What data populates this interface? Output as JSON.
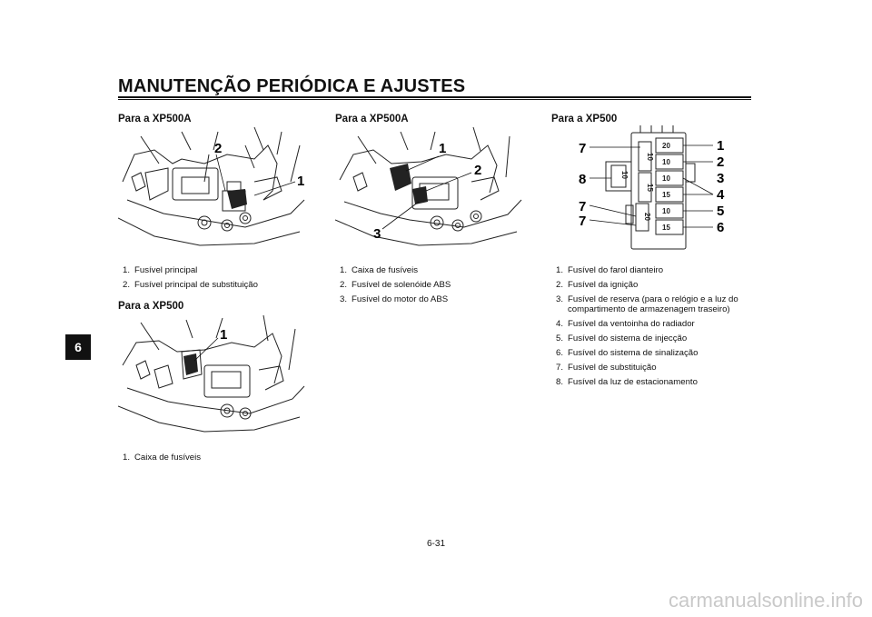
{
  "page": {
    "title": "MANUTENÇÃO PERIÓDICA E AJUSTES",
    "chapter_tab": "6",
    "page_number": "6-31",
    "watermark": "carmanualsonline.info"
  },
  "sections": [
    {
      "heading": "Para a XP500A",
      "callouts": [
        "2",
        "1"
      ],
      "items": [
        {
          "n": "1.",
          "text": "Fusível principal"
        },
        {
          "n": "2.",
          "text": "Fusível principal de substituição"
        }
      ]
    },
    {
      "heading": "Para a XP500",
      "callouts": [
        "1"
      ],
      "items": [
        {
          "n": "1.",
          "text": "Caixa de fusíveis"
        }
      ]
    },
    {
      "heading": "Para a XP500A",
      "callouts": [
        "1",
        "2",
        "3"
      ],
      "items": [
        {
          "n": "1.",
          "text": "Caixa de fusíveis"
        },
        {
          "n": "2.",
          "text": "Fusível de solenóide ABS"
        },
        {
          "n": "3.",
          "text": "Fusível do motor do ABS"
        }
      ]
    },
    {
      "heading": "Para a XP500",
      "callouts_left": [
        "7",
        "8",
        "7",
        "7"
      ],
      "callouts_right": [
        "1",
        "2",
        "3",
        "4",
        "5",
        "6"
      ],
      "fuse_ratings_right": [
        "20",
        "10",
        "10",
        "15",
        "10",
        "15"
      ],
      "fuse_ratings_left": [
        "10",
        "15",
        "20"
      ],
      "fuse_rating_side": "10",
      "items": [
        {
          "n": "1.",
          "text": "Fusível do farol dianteiro"
        },
        {
          "n": "2.",
          "text": "Fusível da ignição"
        },
        {
          "n": "3.",
          "text": "Fusível de reserva (para o relógio e a luz do compartimento de armazenagem traseiro)"
        },
        {
          "n": "4.",
          "text": "Fusível da ventoinha do radiador"
        },
        {
          "n": "5.",
          "text": "Fusível do sistema de injecção"
        },
        {
          "n": "6.",
          "text": "Fusível do sistema de sinalização"
        },
        {
          "n": "7.",
          "text": "Fusível de substituição"
        },
        {
          "n": "8.",
          "text": "Fusível da luz de estacionamento"
        }
      ]
    }
  ]
}
